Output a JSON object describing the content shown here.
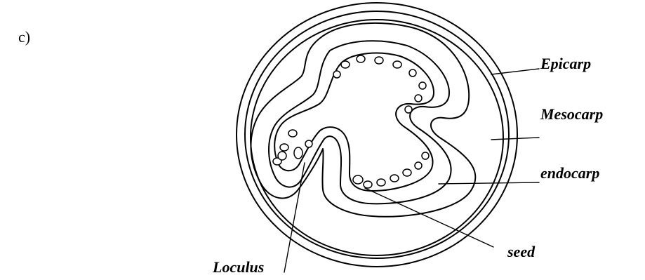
{
  "question_label": "c)",
  "labels": {
    "epicarp": "Epicarp",
    "mesocarp": "Mesocarp",
    "endocarp": "endocarp",
    "seed": "seed",
    "loculus": "Loculus"
  }
}
